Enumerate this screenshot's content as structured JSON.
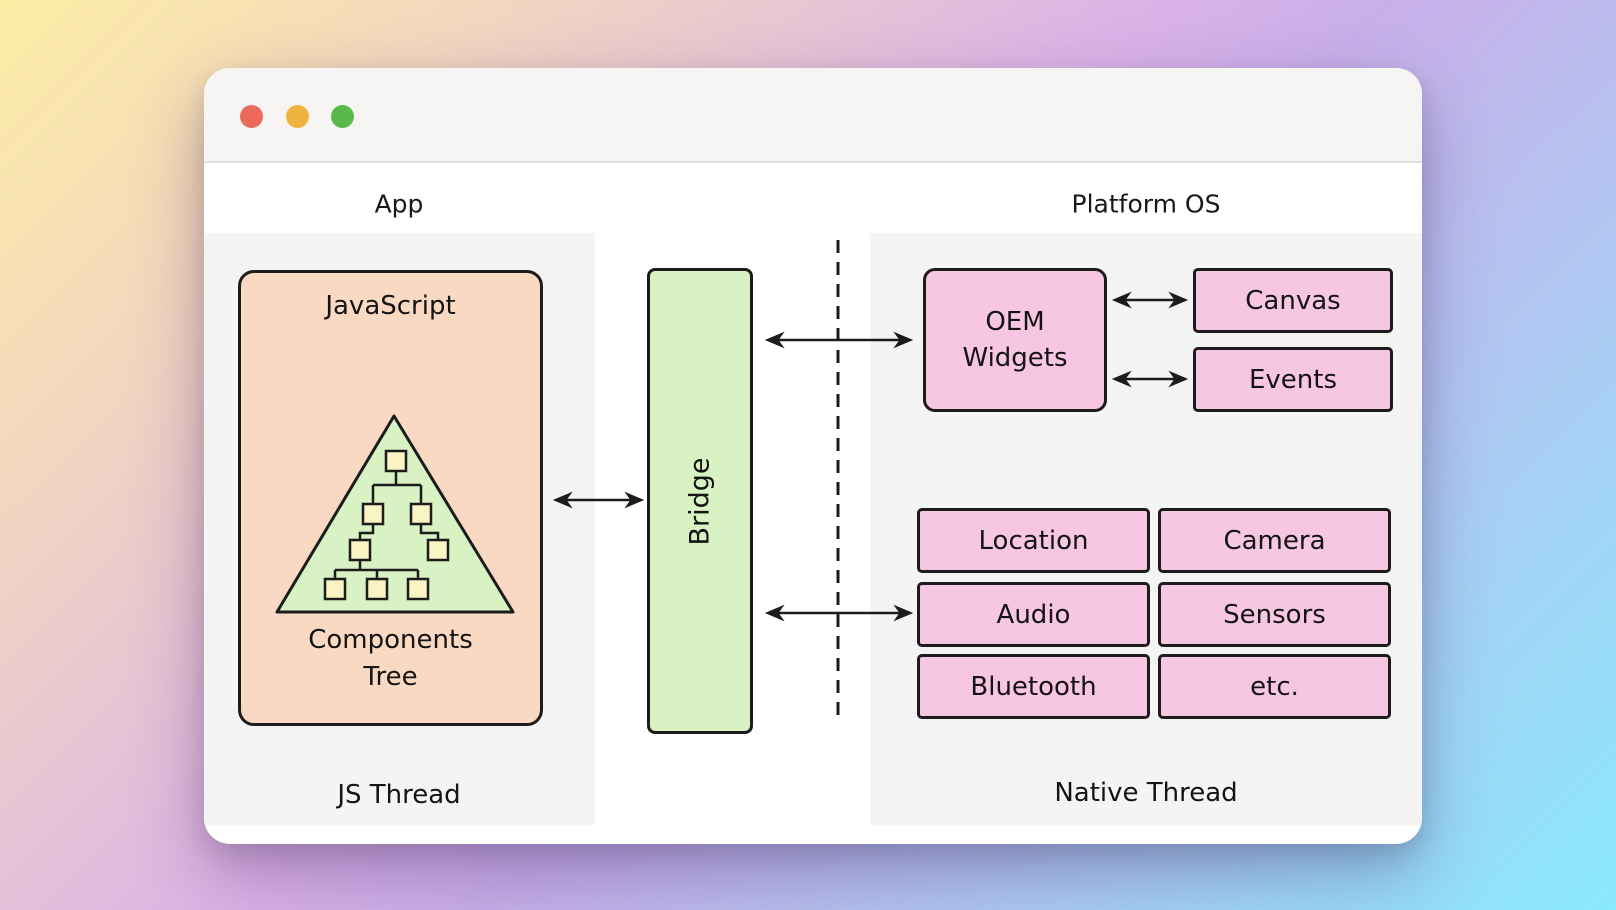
{
  "window": {
    "traffic_lights": [
      {
        "name": "close",
        "color": "#ec6a5c"
      },
      {
        "name": "minimize",
        "color": "#f0b43e"
      },
      {
        "name": "zoom",
        "color": "#57ba49"
      }
    ]
  },
  "headers": {
    "left": "App",
    "right": "Platform OS"
  },
  "js_thread": {
    "box_label": "JavaScript",
    "tree_caption": "Components\nTree",
    "thread_label": "JS Thread"
  },
  "bridge": {
    "label": "Bridge"
  },
  "native_thread": {
    "oem_label": "OEM\nWidgets",
    "canvas_label": "Canvas",
    "events_label": "Events",
    "modules": [
      "Location",
      "Camera",
      "Audio",
      "Sensors",
      "Bluetooth",
      "etc."
    ],
    "thread_label": "Native Thread"
  },
  "colors": {
    "js_box": "#f9d9c1",
    "green": "#d8f2c4",
    "tree_node": "#faf3c3",
    "pink": "#f7c6e2",
    "panel": "#f4f4f4",
    "titlebar": "#f6f5f3",
    "outline": "#1c1c1c"
  }
}
